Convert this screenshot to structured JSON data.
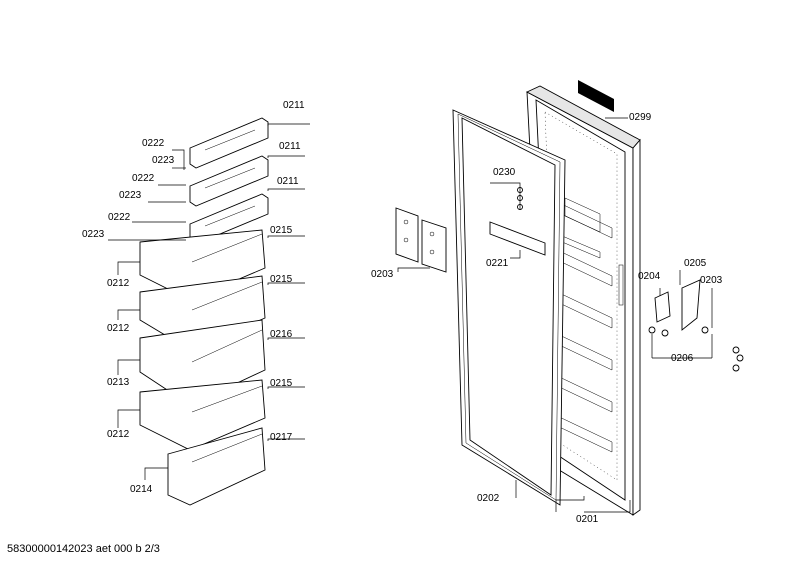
{
  "document_code": "58300000142023 aet 000 b 2/3",
  "callouts": {
    "c0299": "0299",
    "c0211a": "0211",
    "c0211b": "0211",
    "c0211c": "0211",
    "c0222a": "0222",
    "c0223a": "0223",
    "c0222b": "0222",
    "c0223b": "0223",
    "c0222c": "0222",
    "c0223c": "0223",
    "c0215a": "0215",
    "c0215b": "0215",
    "c0215c": "0215",
    "c0216": "0216",
    "c0217": "0217",
    "c0212a": "0212",
    "c0212b": "0212",
    "c0212c": "0212",
    "c0213": "0213",
    "c0214": "0214",
    "c0230": "0230",
    "c0203a": "0203",
    "c0221": "0221",
    "c0202": "0202",
    "c0201": "0201",
    "c0204": "0204",
    "c0205": "0205",
    "c0203b": "0203",
    "c0206": "0206"
  }
}
